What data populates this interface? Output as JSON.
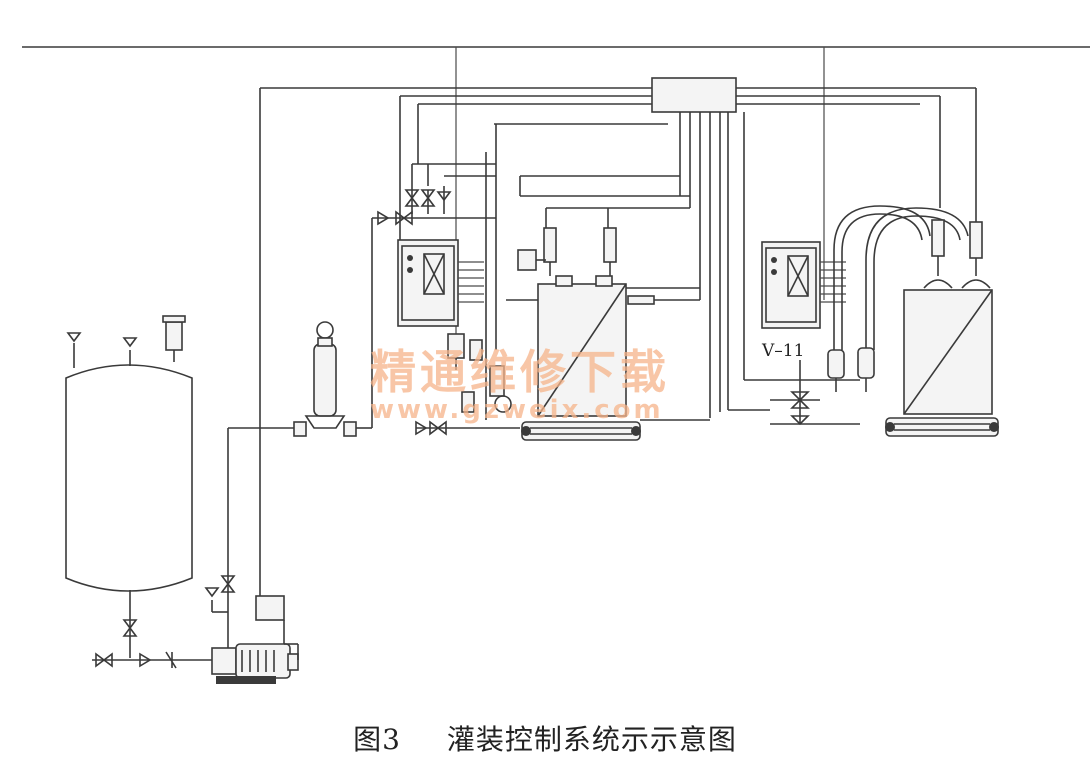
{
  "labels": {
    "valve_tag": "V–11"
  },
  "watermark": {
    "line1": "精通维修下载",
    "line2": "www.gzweix.com"
  },
  "caption": {
    "number": "图3",
    "title": "灌装控制系统示示意图"
  }
}
